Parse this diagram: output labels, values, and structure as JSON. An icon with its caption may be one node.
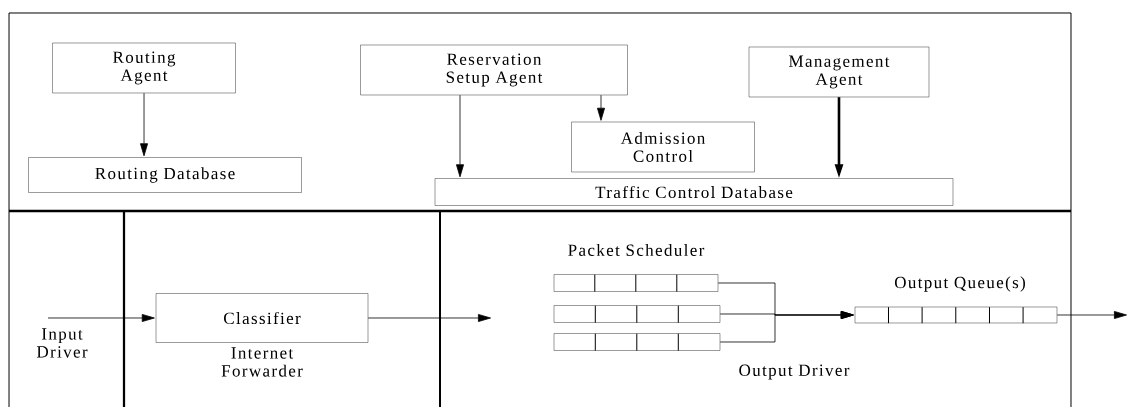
{
  "diagram": {
    "nodes": [
      {
        "text": [
          "Routing Agent"
        ]
      },
      {
        "text": [
          "Routing Database"
        ]
      },
      {
        "text": [
          "Reservation Setup Agent"
        ]
      },
      {
        "text": [
          "Admission Control"
        ]
      },
      {
        "text": [
          "Management Agent"
        ]
      },
      {
        "text": [
          "Traffic Control Database"
        ]
      },
      {
        "text": [
          "Classifier"
        ],
        "beside": [
          "Internet Forwarder"
        ]
      },
      {
        "text": [],
        "shape": "bar"
      },
      {
        "text": [],
        "shape": "bar"
      },
      {
        "text": [],
        "shape": "bar"
      },
      {
        "text": [],
        "shape": "bar",
        "beside": [
          "Output Queue(s)"
        ]
      }
    ],
    "edges": [
      {
        "from": 0,
        "to": 1,
        "arrow": "to"
      },
      {
        "from": 2,
        "to": 5,
        "arrow": "to"
      },
      {
        "from": 2,
        "to": 3,
        "arrow": "to"
      },
      {
        "from": 4,
        "to": 5,
        "arrow": "to",
        "style": "thick"
      },
      {
        "from": null,
        "to": 6,
        "arrow": "to"
      },
      {
        "from": 6,
        "to": null,
        "arrow": "to"
      },
      {
        "from": 7,
        "to": 10,
        "arrow": "to"
      },
      {
        "from": 8,
        "to": 10,
        "arrow": "to"
      },
      {
        "from": 9,
        "to": 10,
        "arrow": "to"
      },
      {
        "from": 10,
        "to": null,
        "arrow": "to"
      }
    ],
    "labels": [
      "Packet Scheduler",
      "Input Driver",
      "Output Driver"
    ]
  }
}
